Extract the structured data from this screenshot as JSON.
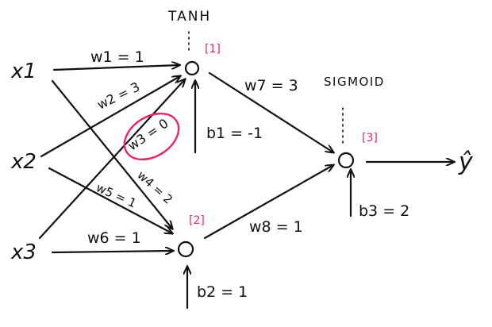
{
  "inputs": [
    "x1",
    "x2",
    "x3"
  ],
  "activations": {
    "tanh": "TANH",
    "sigmoid": "SIGMOID"
  },
  "node_tags": [
    "[1]",
    "[2]",
    "[3]"
  ],
  "weights": {
    "w1": "w1 = 1",
    "w2": "w2 = 3",
    "w3": "w3 = 0",
    "w4": "w4 = 2",
    "w5": "w5 = 1",
    "w6": "w6 = 1",
    "w7": "w7 = 3",
    "w8": "w8 = 1"
  },
  "biases": {
    "b1": "b1 = -1",
    "b2": "b2 = 1",
    "b3": "b3 = 2"
  },
  "output": "ŷ",
  "colors": {
    "ink": "#111111",
    "highlight": "#e8246a"
  }
}
